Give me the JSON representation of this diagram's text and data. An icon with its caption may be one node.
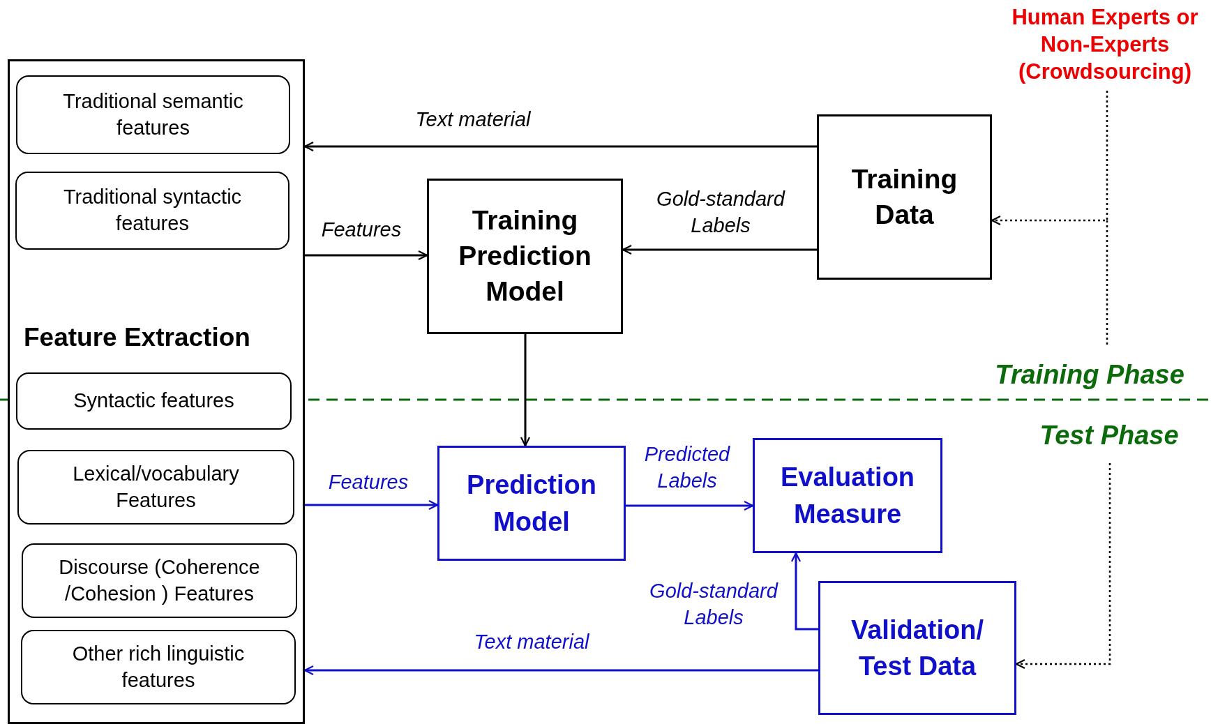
{
  "diagram": {
    "nodes": [
      {
        "text": [
          "Feature Extraction"
        ]
      },
      {
        "text": [
          "Traditional semantic features"
        ],
        "in": 0
      },
      {
        "text": [
          "Traditional syntactic features"
        ],
        "in": 0
      },
      {
        "text": [
          "Syntactic features"
        ],
        "in": 0
      },
      {
        "text": [
          "Lexical/vocabulary Features"
        ],
        "in": 0
      },
      {
        "text": [
          "Discourse (Coherence /Cohesion ) Features"
        ],
        "in": 0
      },
      {
        "text": [
          "Other rich linguistic features"
        ],
        "in": 0
      },
      {
        "text": [
          "Training Prediction Model"
        ]
      },
      {
        "text": [
          "Training Data"
        ]
      },
      {
        "text": [
          "Human Experts or Non-Experts (Crowdsourcing)"
        ]
      },
      {
        "text": [
          "Prediction Model"
        ]
      },
      {
        "text": [
          "Evaluation Measure"
        ]
      },
      {
        "text": [
          "Validation/ Test Data"
        ]
      }
    ],
    "edges": [
      {
        "from": 8,
        "to": 0,
        "arrow": "to",
        "label": "Text material"
      },
      {
        "from": 0,
        "to": 7,
        "arrow": "to",
        "label": "Features"
      },
      {
        "from": 8,
        "to": 7,
        "arrow": "to",
        "label": "Gold-standard Labels"
      },
      {
        "from": 9,
        "to": 8,
        "arrow": "to",
        "style": "dashed"
      },
      {
        "from": 7,
        "to": 10,
        "arrow": "to"
      },
      {
        "from": 0,
        "to": 10,
        "arrow": "to",
        "label": "Features",
        "color": "#1010cc"
      },
      {
        "from": 10,
        "to": 11,
        "arrow": "to",
        "label": "Predicted Labels",
        "color": "#1010cc"
      },
      {
        "from": 12,
        "to": 11,
        "arrow": "to",
        "label": "Gold-standard Labels",
        "color": "#1010cc"
      },
      {
        "from": 12,
        "to": 0,
        "arrow": "to",
        "label": "Text material",
        "color": "#1010cc"
      },
      {
        "from": null,
        "to": 12,
        "arrow": "to",
        "style": "dashed"
      }
    ],
    "labels": [
      "Training Phase",
      "Test Phase"
    ]
  }
}
